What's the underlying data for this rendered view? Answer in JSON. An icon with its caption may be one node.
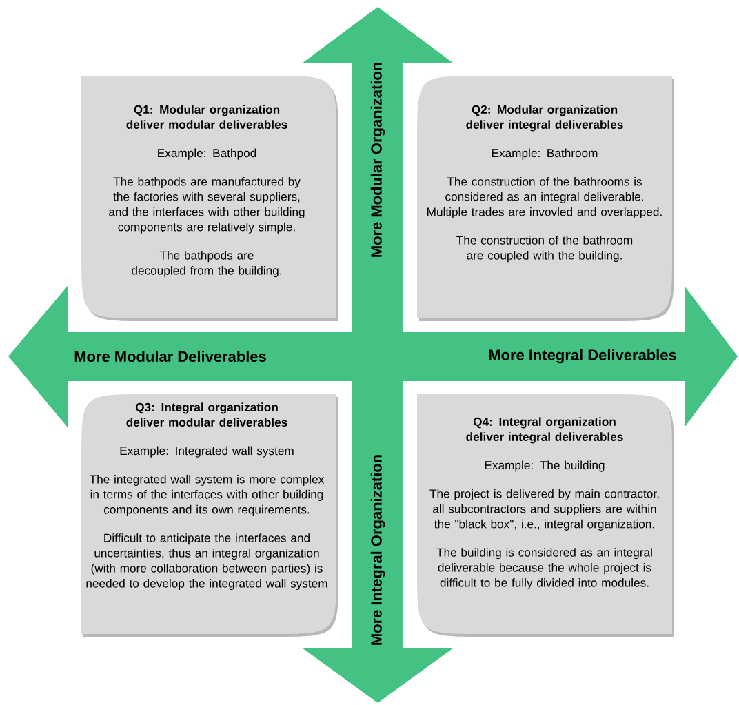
{
  "diagram": {
    "nodes": [
      {
        "text": [
          "Q1: Modular organization deliver modular deliverables",
          "Example: Bathpod",
          "The bathpods are manufactured by the factories with several suppliers, and the interfaces with other building components are relatively simple.",
          "The bathpods are decoupled from the building."
        ]
      },
      {
        "text": [
          "Q2: Modular organization deliver integral deliverables",
          "Example: Bathroom",
          "The construction of the bathrooms is considered as an integral deliverable. Multiple trades are invovled and overlapped.",
          "The construction of the bathroom are coupled with the building."
        ]
      },
      {
        "text": [
          "Q3: Integral organization deliver modular deliverables",
          "Example: Integrated wall system",
          "The integrated wall system is more complex in terms of the interfaces with other building components and its own requirements.",
          "Difficult to anticipate the interfaces and uncertainties, thus an integral organization (with more collaboration between parties) is needed to develop the integrated wall system"
        ]
      },
      {
        "text": [
          "Q4: Integral organization deliver integral deliverables",
          "Example: The building",
          "The project is delivered by main contractor, all subcontractors and suppliers are within the \"black box\", i.e., integral organization.",
          "The building is considered as an integral deliverable because the whole project is difficult to be fully divided into modules."
        ]
      }
    ],
    "labels": [
      "More Modular Organization",
      "More Modular Deliverables",
      "More Integral Deliverables",
      "More Integral Organization"
    ]
  }
}
